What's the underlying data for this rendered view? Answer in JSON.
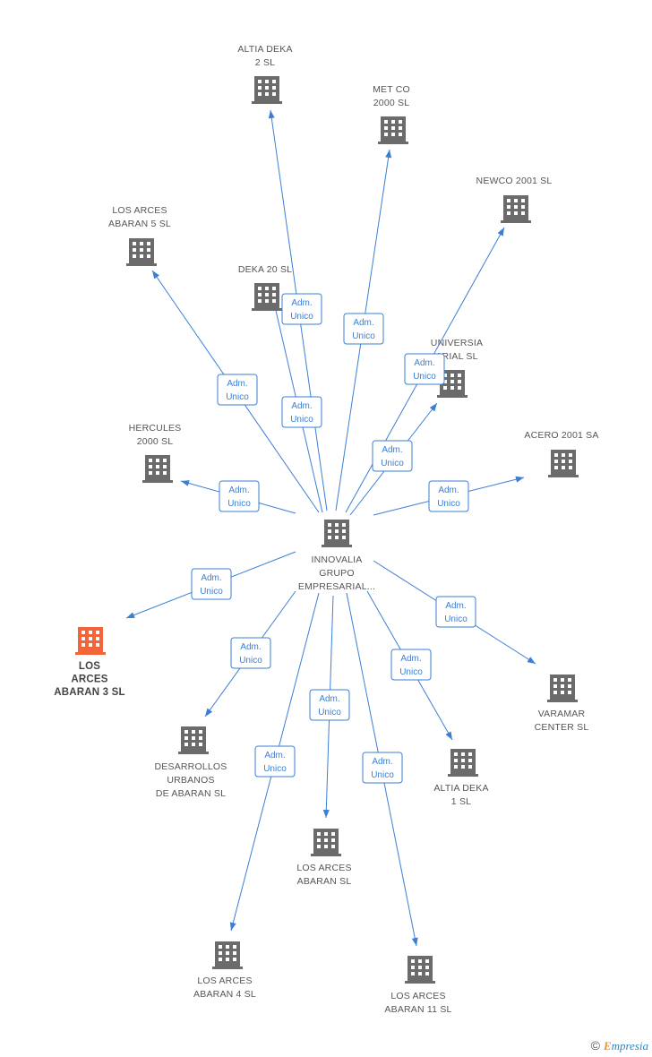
{
  "colors": {
    "edge": "#3a7fd6",
    "node_icon": "#6b6b6b",
    "focus_icon": "#f2643a",
    "label": "#555555"
  },
  "nodes": [
    {
      "id": "innovalia",
      "lines": [
        "INNOVALIA",
        "GRUPO",
        "EMPRESARIAL..."
      ],
      "icon": "building-icon"
    },
    {
      "id": "altia-deka-2",
      "lines": [
        "ALTIA DEKA",
        "2 SL"
      ],
      "icon": "building-icon"
    },
    {
      "id": "met-co-2000",
      "lines": [
        "MET CO",
        "2000 SL"
      ],
      "icon": "building-icon"
    },
    {
      "id": "newco-2001",
      "lines": [
        "NEWCO 2001 SL"
      ],
      "icon": "building-icon"
    },
    {
      "id": "los-arces-abaran-5",
      "lines": [
        "LOS ARCES",
        "ABARAN 5 SL"
      ],
      "icon": "building-icon"
    },
    {
      "id": "deka-20",
      "lines": [
        "DEKA 20 SL"
      ],
      "icon": "building-icon"
    },
    {
      "id": "universia",
      "lines": [
        "UNIVERSIA",
        "ARIAL SL"
      ],
      "icon": "building-icon"
    },
    {
      "id": "hercules-2000",
      "lines": [
        "HERCULES",
        "2000 SL"
      ],
      "icon": "building-icon"
    },
    {
      "id": "acero-2001",
      "lines": [
        "ACERO 2001 SA"
      ],
      "icon": "building-icon"
    },
    {
      "id": "los-arces-abaran-3",
      "lines": [
        "LOS",
        "ARCES",
        "ABARAN 3 SL"
      ],
      "icon": "building-icon",
      "focus": true
    },
    {
      "id": "desarrollos-urbanos",
      "lines": [
        "DESARROLLOS",
        "URBANOS",
        "DE ABARAN SL"
      ],
      "icon": "building-icon"
    },
    {
      "id": "varamar-center",
      "lines": [
        "VARAMAR",
        "CENTER SL"
      ],
      "icon": "building-icon"
    },
    {
      "id": "altia-deka-1",
      "lines": [
        "ALTIA DEKA",
        "1 SL"
      ],
      "icon": "building-icon"
    },
    {
      "id": "los-arces-abaran",
      "lines": [
        "LOS ARCES",
        "ABARAN SL"
      ],
      "icon": "building-icon"
    },
    {
      "id": "los-arces-abaran-4",
      "lines": [
        "LOS ARCES",
        "ABARAN 4 SL"
      ],
      "icon": "building-icon"
    },
    {
      "id": "los-arces-abaran-11",
      "lines": [
        "LOS ARCES",
        "ABARAN 11 SL"
      ],
      "icon": "building-icon"
    }
  ],
  "edges": [
    {
      "from": "innovalia",
      "to": "altia-deka-2",
      "label": [
        "Adm.",
        "Unico"
      ]
    },
    {
      "from": "innovalia",
      "to": "met-co-2000",
      "label": [
        "Adm.",
        "Unico"
      ]
    },
    {
      "from": "innovalia",
      "to": "newco-2001",
      "label": [
        "Adm.",
        "Unico"
      ]
    },
    {
      "from": "innovalia",
      "to": "los-arces-abaran-5",
      "label": [
        "Adm.",
        "Unico"
      ]
    },
    {
      "from": "innovalia",
      "to": "deka-20",
      "label": [
        "Adm.",
        "Unico"
      ]
    },
    {
      "from": "innovalia",
      "to": "universia",
      "label": [
        "Adm.",
        "Unico"
      ]
    },
    {
      "from": "innovalia",
      "to": "hercules-2000",
      "label": [
        "Adm.",
        "Unico"
      ]
    },
    {
      "from": "innovalia",
      "to": "acero-2001",
      "label": [
        "Adm.",
        "Unico"
      ]
    },
    {
      "from": "innovalia",
      "to": "los-arces-abaran-3",
      "label": [
        "Adm.",
        "Unico"
      ]
    },
    {
      "from": "innovalia",
      "to": "desarrollos-urbanos",
      "label": [
        "Adm.",
        "Unico"
      ]
    },
    {
      "from": "innovalia",
      "to": "varamar-center",
      "label": [
        "Adm.",
        "Unico"
      ]
    },
    {
      "from": "innovalia",
      "to": "altia-deka-1",
      "label": [
        "Adm.",
        "Unico"
      ]
    },
    {
      "from": "innovalia",
      "to": "los-arces-abaran",
      "label": [
        "Adm.",
        "Unico"
      ]
    },
    {
      "from": "innovalia",
      "to": "los-arces-abaran-4",
      "label": [
        "Adm.",
        "Unico"
      ]
    },
    {
      "from": "innovalia",
      "to": "los-arces-abaran-11",
      "label": [
        "Adm.",
        "Unico"
      ]
    }
  ],
  "footer": {
    "copyright_symbol": "©",
    "brand_initial": "E",
    "brand_rest": "mpresia"
  }
}
